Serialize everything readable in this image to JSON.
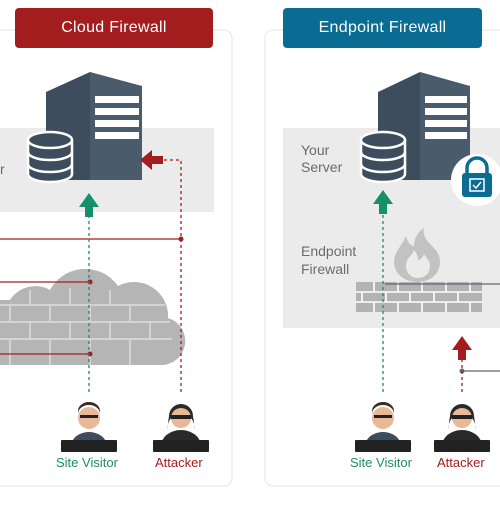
{
  "panels": {
    "cloud": {
      "title": "Cloud Firewall",
      "title_color": "#a31d1e",
      "server_partial_label": "r",
      "visitor_label": "Site Visitor",
      "attacker_label": "Attacker"
    },
    "endpoint": {
      "title": "Endpoint Firewall",
      "title_color": "#0a6b93",
      "server_label_line1": "Your",
      "server_label_line2": "Server",
      "firewall_label_line1": "Endpoint",
      "firewall_label_line2": "Firewall",
      "visitor_label": "Site Visitor",
      "attacker_label": "Attacker"
    }
  },
  "colors": {
    "safe_arrow": "#15906a",
    "threat_arrow": "#a31d1e",
    "server_dark": "#3d4d5d",
    "panel_box": "#ebebeb",
    "wall_grey": "#b3b3b3",
    "cloud_grey": "#b5b5b5",
    "visitor_label": "#1d8f63",
    "attacker_label": "#a31d1e"
  },
  "icons": [
    "server-icon",
    "database-icon",
    "cloud-icon",
    "brick-wall-icon",
    "flame-icon",
    "lock-icon",
    "site-visitor-icon",
    "attacker-icon",
    "arrow-up-icon",
    "arrow-left-icon"
  ]
}
